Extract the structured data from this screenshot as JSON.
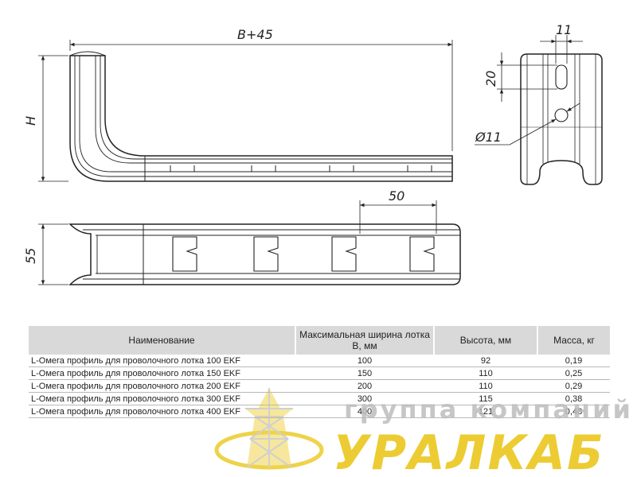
{
  "drawing": {
    "dim_width": "B+45",
    "dim_height": "H",
    "dim_slot_spacing": "50",
    "dim_profile_width": "55",
    "dim_slot_width": "11",
    "dim_slot_length": "20",
    "dim_hole_diameter": "Ø11"
  },
  "table": {
    "headers": [
      "Наименование",
      "Максимальная ширина лотка B, мм",
      "Высота, мм",
      "Масса, кг"
    ],
    "rows": [
      [
        "L-Омега профиль для проволочного лотка 100 EKF",
        "100",
        "92",
        "0,19"
      ],
      [
        "L-Омега профиль для проволочного лотка 150 EKF",
        "150",
        "110",
        "0,25"
      ],
      [
        "L-Омега профиль для проволочного лотка 200 EKF",
        "200",
        "110",
        "0,29"
      ],
      [
        "L-Омега профиль для проволочного лотка 300 EKF",
        "300",
        "115",
        "0,38"
      ],
      [
        "L-Омега профиль для проволочного лотка 400 EKF",
        "400",
        "121",
        "0,48"
      ]
    ]
  },
  "watermark": {
    "line1": "группа компаний",
    "line2": "УРАЛКАБ",
    "colors": {
      "gold": "#e8c000",
      "grey": "#bdbdbd"
    }
  }
}
